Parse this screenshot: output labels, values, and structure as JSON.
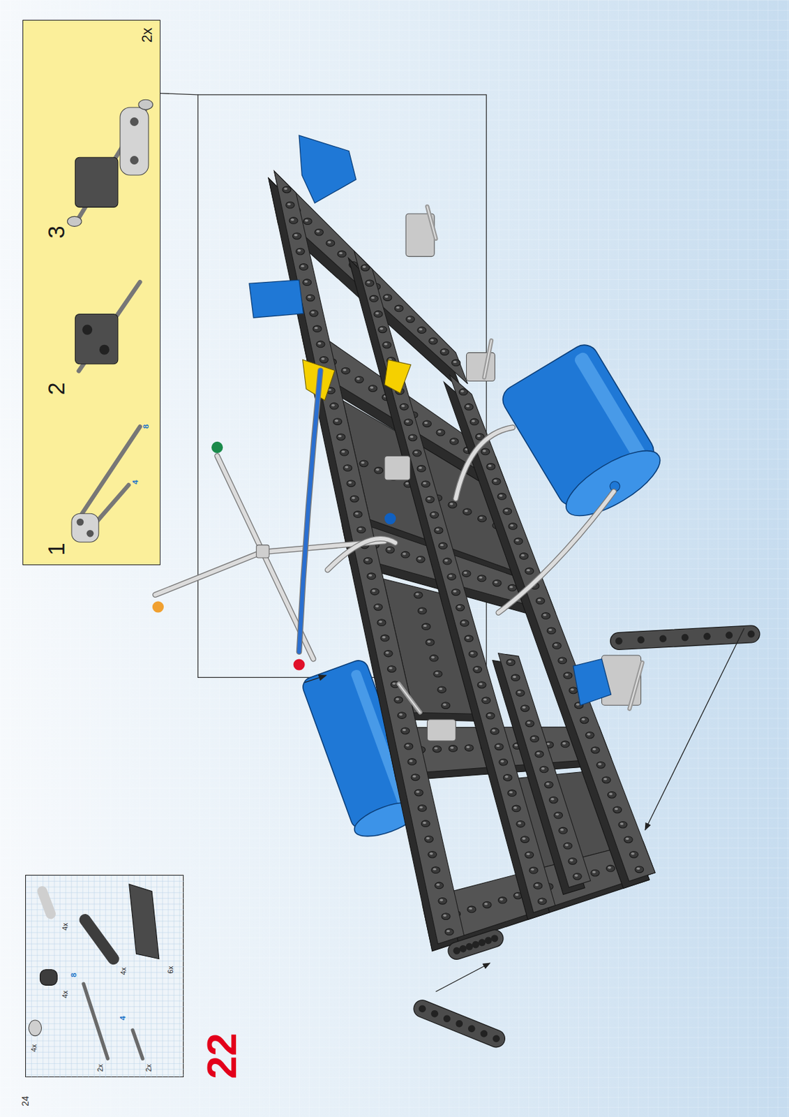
{
  "diagram": {
    "nodes": [
      {
        "text": [
          "1",
          "2",
          "3",
          "2x",
          "4",
          "8"
        ]
      },
      {
        "text": [
          "4x",
          "4x",
          "8",
          "4",
          "2x",
          "2x",
          "4x",
          "4x",
          "6x"
        ]
      }
    ],
    "labels": [
      "22",
      "24"
    ]
  }
}
